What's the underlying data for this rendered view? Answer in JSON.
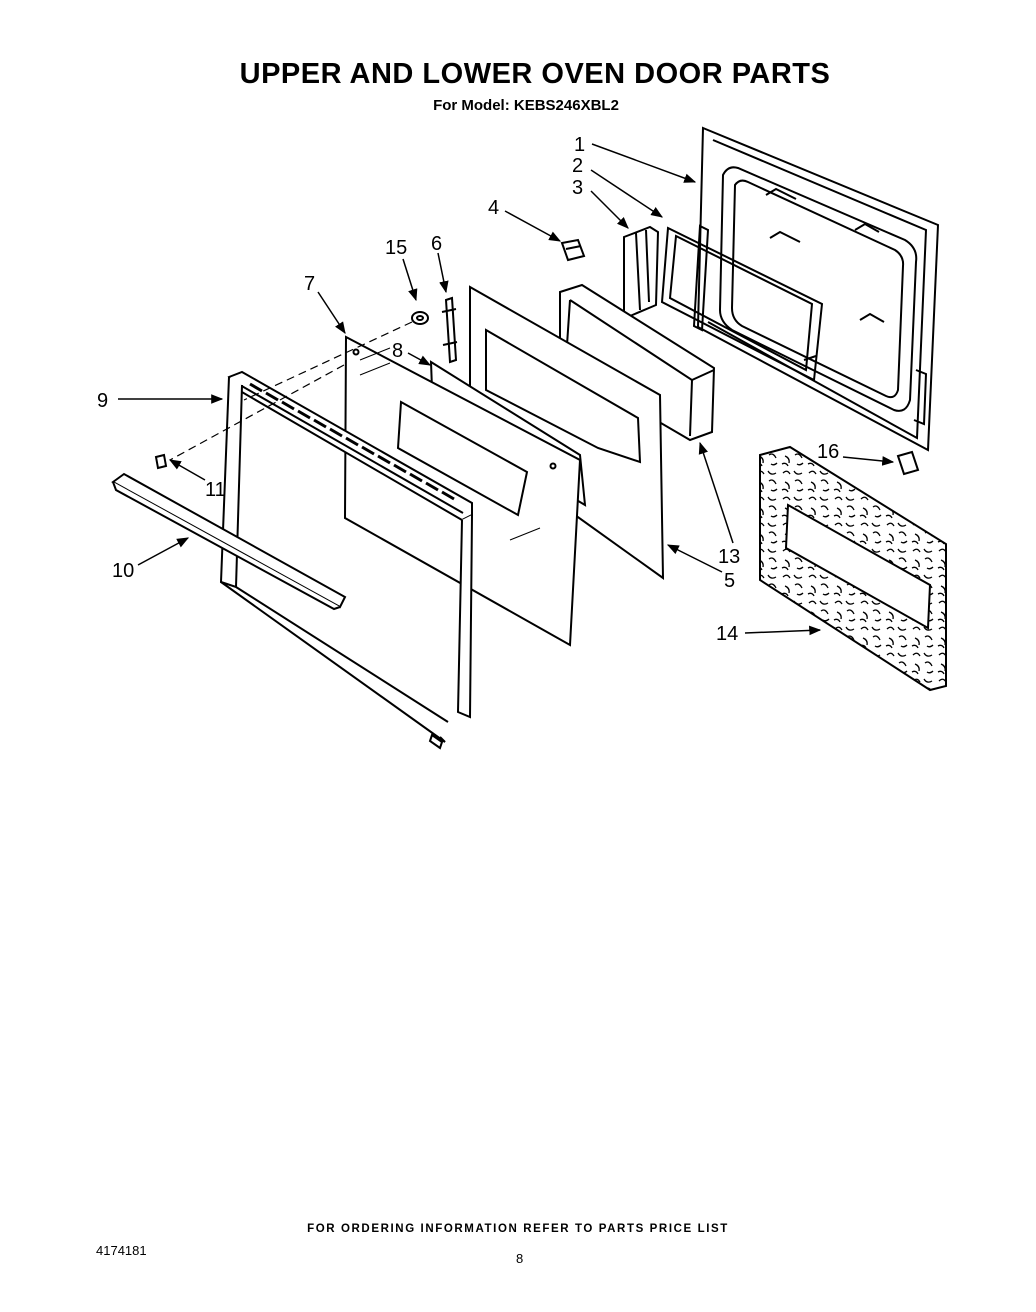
{
  "header": {
    "title": "UPPER AND LOWER OVEN DOOR PARTS",
    "model_line": "For Model: KEBS246XBL2"
  },
  "callouts": {
    "c1": "1",
    "c2": "2",
    "c3": "3",
    "c4": "4",
    "c5": "5",
    "c6": "6",
    "c7": "7",
    "c8": "8",
    "c9": "9",
    "c10": "10",
    "c11": "11",
    "c13": "13",
    "c14": "14",
    "c15": "15",
    "c16": "16"
  },
  "footer": {
    "ordering_note": "FOR ORDERING INFORMATION REFER TO PARTS PRICE LIST",
    "document_number": "4174181",
    "page_number": "8"
  }
}
